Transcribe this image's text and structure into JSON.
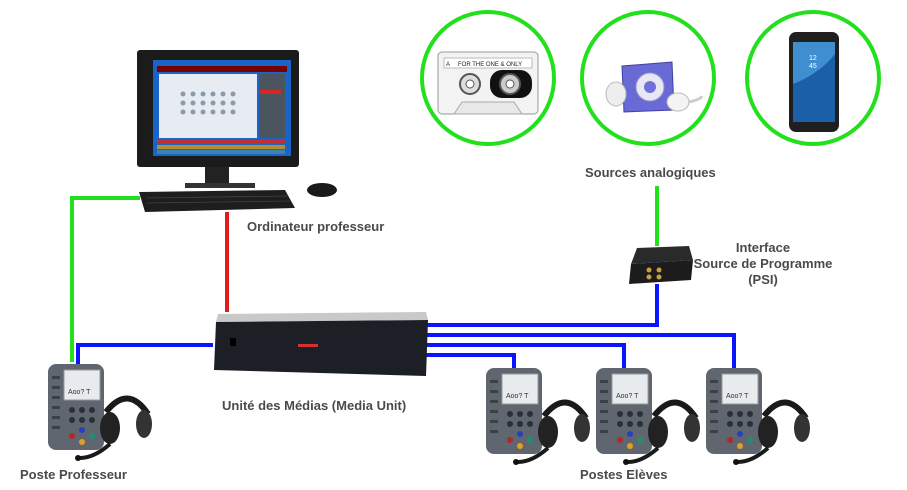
{
  "diagram": {
    "title": "Language lab system overview",
    "colors": {
      "analog_source_link": "#22e11c",
      "teacher_pc_link": "#22e11c",
      "media_unit_pc_link": "#e11c1c",
      "station_link": "#0a14ff",
      "label_text": "#4a4a4a"
    },
    "nodes": {
      "teacher_computer": {
        "label": "Ordinateur professeur"
      },
      "analog_sources": {
        "label": "Sources analogiques",
        "items": [
          {
            "kind": "cassette-tape",
            "caption": "A",
            "tape_text": "FOR THE ONE & ONLY"
          },
          {
            "kind": "mp3-player"
          },
          {
            "kind": "smartphone",
            "clock": "12 45"
          }
        ]
      },
      "psi_interface": {
        "label_lines": [
          "Interface",
          "Source de Programme",
          "(PSI)"
        ]
      },
      "media_unit": {
        "label": "Unité des Médias (Media Unit)"
      },
      "teacher_station": {
        "label": "Poste Professeur",
        "screen_text": "Aoo? T"
      },
      "student_stations": {
        "label": "Postes Elèves",
        "count": 3,
        "screen_text": "Aoo? T"
      }
    },
    "connections": [
      {
        "from": "teacher_computer",
        "to": "teacher_station",
        "color": "green"
      },
      {
        "from": "teacher_computer",
        "to": "media_unit",
        "color": "red"
      },
      {
        "from": "analog_sources",
        "to": "psi_interface",
        "color": "green"
      },
      {
        "from": "psi_interface",
        "to": "media_unit",
        "color": "blue"
      },
      {
        "from": "media_unit",
        "to": "teacher_station",
        "color": "blue"
      },
      {
        "from": "media_unit",
        "to": "student_station_1",
        "color": "blue"
      },
      {
        "from": "media_unit",
        "to": "student_station_2",
        "color": "blue"
      },
      {
        "from": "media_unit",
        "to": "student_station_3",
        "color": "blue"
      }
    ]
  }
}
